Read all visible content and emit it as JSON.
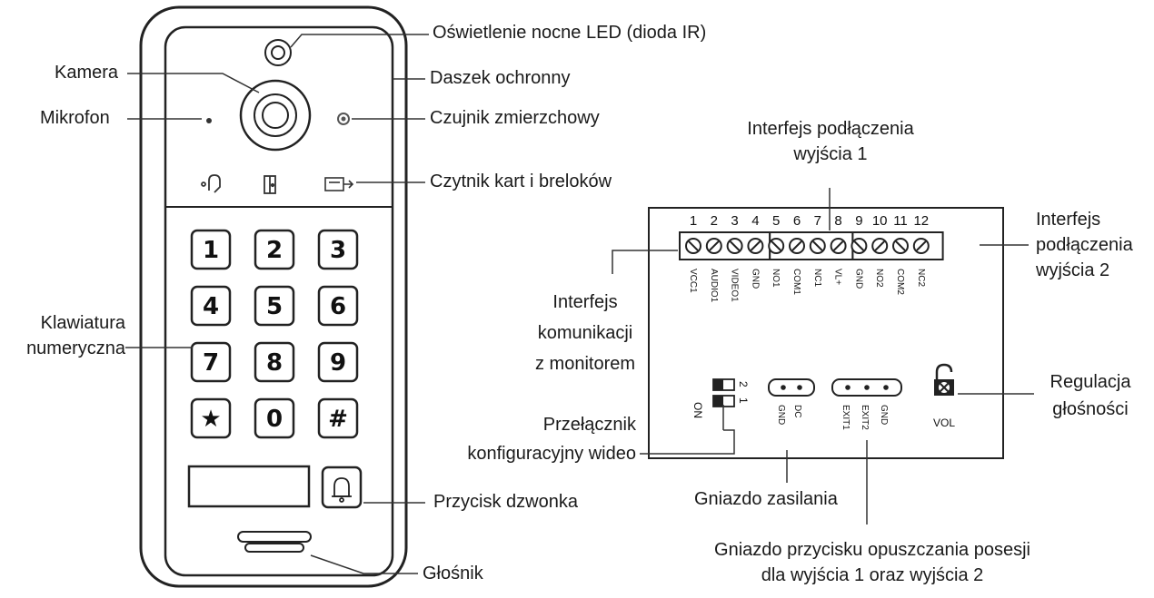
{
  "device": {
    "keys": [
      "1",
      "2",
      "3",
      "4",
      "5",
      "6",
      "7",
      "8",
      "9",
      "★",
      "0",
      "#"
    ],
    "icon_names": [
      "ir-led-icon",
      "camera-lens-icon",
      "microphone-hole-icon",
      "light-sensor-icon",
      "unlock-icon",
      "door-icon",
      "card-reader-icon",
      "bell-icon",
      "speaker-grille-icon"
    ]
  },
  "labels": {
    "ir_led": "Oświetlenie nocne LED (dioda IR)",
    "camera": "Kamera",
    "canopy": "Daszek ochronny",
    "microphone": "Mikrofon",
    "light_sensor": "Czujnik zmierzchowy",
    "card_reader": "Czytnik kart i breloków",
    "keypad_line1": "Klawiatura",
    "keypad_line2": "numeryczna",
    "bell_button": "Przycisk dzwonka",
    "speaker": "Głośnik",
    "output1_line1": "Interfejs podłączenia",
    "output1_line2": "wyjścia 1",
    "output2_line1": "Interfejs",
    "output2_line2": "podłączenia",
    "output2_line3": "wyjścia 2",
    "monitor_line1": "Interfejs",
    "monitor_line2": "komunikacji",
    "monitor_line3": "z monitorem",
    "video_switch_line1": "Przełącznik",
    "video_switch_line2": "konfiguracyjny wideo",
    "volume_line1": "Regulacja",
    "volume_line2": "głośności",
    "power_socket": "Gniazdo zasilania",
    "exit_socket_line1": "Gniazdo przycisku opuszczania posesji",
    "exit_socket_line2": "dla wyjścia 1 oraz wyjścia 2"
  },
  "board": {
    "pin_numbers": [
      "1",
      "2",
      "3",
      "4",
      "5",
      "6",
      "7",
      "8",
      "9",
      "10",
      "11",
      "12"
    ],
    "pin_labels": [
      "VCC1",
      "AUDIO1",
      "VIDEO1",
      "GND",
      "NO1",
      "COM1",
      "NC1",
      "VL+",
      "GND",
      "NO2",
      "COM2",
      "NC2"
    ],
    "switch_on": "ON",
    "switch_1": "1",
    "switch_2": "2",
    "dc_pins": [
      "GND",
      "DC"
    ],
    "exit_pins": [
      "EXIT1",
      "EXIT2",
      "GND"
    ],
    "vol": "VOL"
  }
}
